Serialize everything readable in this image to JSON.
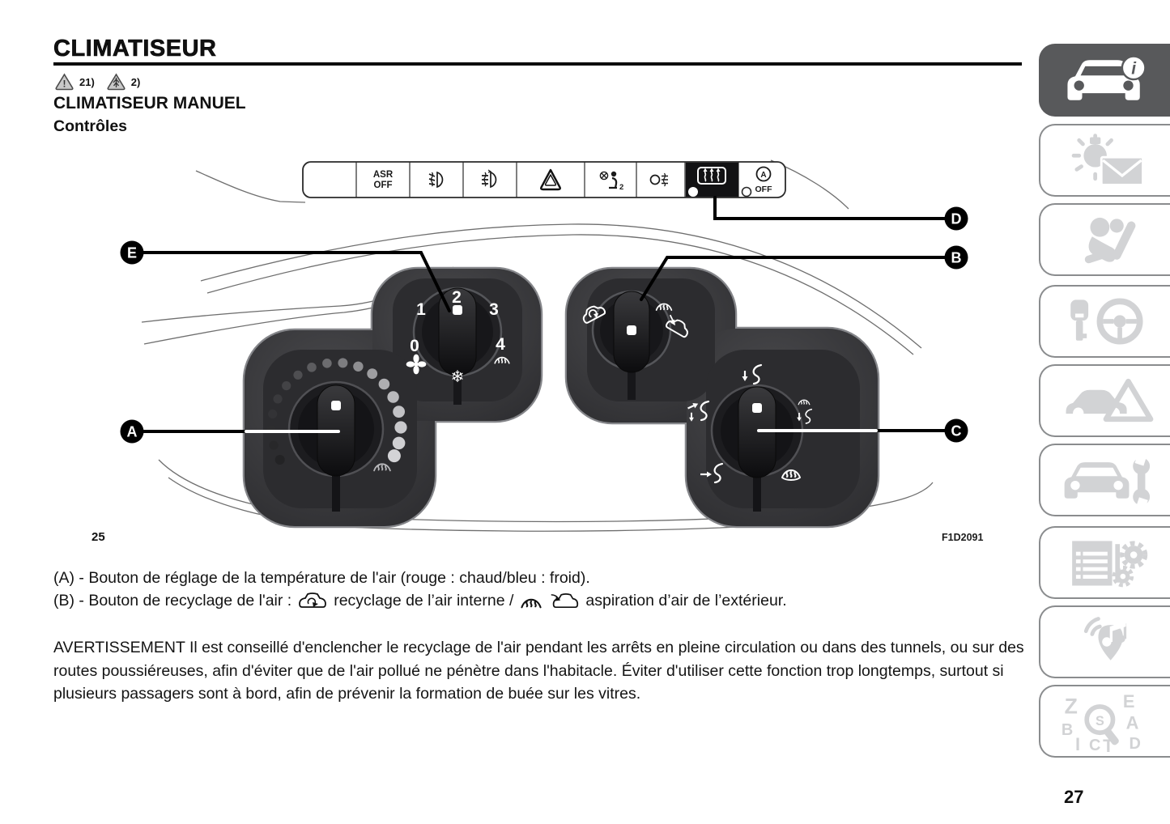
{
  "page": {
    "title": "CLIMATISEUR",
    "number": "27"
  },
  "refs": {
    "warning": "21)",
    "environment": "2)"
  },
  "headings": {
    "section": "CLIMATISEUR MANUEL",
    "subsection": "Contrôles"
  },
  "figure": {
    "number": "25",
    "code": "F1D2091",
    "strip": {
      "asr_line1": "ASR",
      "asr_line2": "OFF",
      "auto_letter": "A",
      "auto_off": "OFF"
    },
    "fan_knob": {
      "speed_0": "0",
      "speed_1": "1",
      "speed_2": "2",
      "speed_3": "3",
      "speed_4": "4"
    },
    "callouts": {
      "a": "A",
      "b": "B",
      "c": "C",
      "d": "D",
      "e": "E"
    }
  },
  "body": {
    "item_a": "(A) - Bouton de réglage de la température de l'air (rouge : chaud/bleu : froid).",
    "item_b_pre": "(B) - Bouton de recyclage de l'air :",
    "item_b_mid": "recyclage de l’air interne /",
    "item_b_post": "aspiration d’air de l’extérieur.",
    "warning": "AVERTISSEMENT Il est conseillé d'enclencher le recyclage de l'air pendant les arrêts en pleine circulation ou dans des tunnels, ou sur des routes poussiéreuses, afin d'éviter que de l'air pollué ne pénètre dans l'habitacle. Éviter d'utiliser cette fonction trop longtemps, surtout si plusieurs passagers sont à bord, afin de prévenir la formation de buée sur les vitres."
  },
  "sidebar": {
    "items": [
      {
        "name": "vehicle-overview",
        "icon": "car-info-icon",
        "active": true
      },
      {
        "name": "lights-messages",
        "icon": "bulb-envelope-icon",
        "active": false
      },
      {
        "name": "safety",
        "icon": "airbag-icon",
        "active": false
      },
      {
        "name": "starting-driving",
        "icon": "key-steering-icon",
        "active": false
      },
      {
        "name": "emergency",
        "icon": "car-warning-triangle-icon",
        "active": false
      },
      {
        "name": "servicing",
        "icon": "car-wrench-icon",
        "active": false
      },
      {
        "name": "technical-data",
        "icon": "spec-sheet-gears-icon",
        "active": false
      },
      {
        "name": "multimedia",
        "icon": "nav-music-icon",
        "active": false
      },
      {
        "name": "alphabetical-index",
        "icon": "letters-magnifier-icon",
        "active": false
      }
    ]
  },
  "colors": {
    "active_tab": "#58595b",
    "inactive_icon": "#d2d3d5",
    "panel_dark": "#3e3e41",
    "accent": "#000000"
  }
}
